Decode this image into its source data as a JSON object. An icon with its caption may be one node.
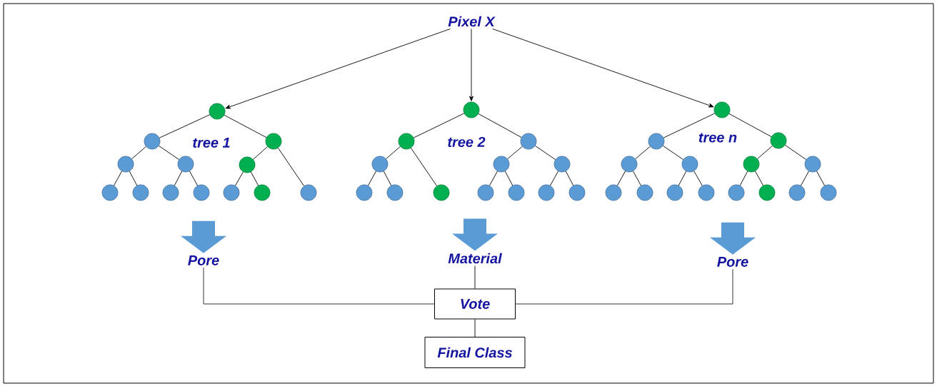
{
  "diagram": {
    "nodes": [
      {
        "text": [
          "Pixel X"
        ]
      },
      {
        "text": [],
        "shape": "circle"
      },
      {
        "text": [],
        "shape": "circle"
      },
      {
        "text": [],
        "shape": "circle"
      },
      {
        "text": [],
        "shape": "circle"
      },
      {
        "text": [],
        "shape": "circle"
      },
      {
        "text": [],
        "shape": "circle"
      },
      {
        "text": [],
        "shape": "circle"
      },
      {
        "text": [],
        "shape": "circle"
      },
      {
        "text": [],
        "shape": "circle"
      },
      {
        "text": [],
        "shape": "circle"
      },
      {
        "text": [],
        "shape": "circle"
      },
      {
        "text": [],
        "shape": "circle"
      },
      {
        "text": [],
        "shape": "circle"
      },
      {
        "text": [],
        "shape": "circle"
      },
      {
        "text": [],
        "shape": "circle"
      },
      {
        "text": [],
        "shape": "circle"
      },
      {
        "text": [],
        "shape": "circle"
      },
      {
        "text": [],
        "shape": "circle"
      },
      {
        "text": [],
        "shape": "circle"
      },
      {
        "text": [],
        "shape": "circle"
      },
      {
        "text": [],
        "shape": "circle"
      },
      {
        "text": [],
        "shape": "circle"
      },
      {
        "text": [],
        "shape": "circle"
      },
      {
        "text": [],
        "shape": "circle"
      },
      {
        "text": [],
        "shape": "circle"
      },
      {
        "text": [],
        "shape": "circle"
      },
      {
        "text": [],
        "shape": "circle"
      },
      {
        "text": [],
        "shape": "circle"
      },
      {
        "text": [],
        "shape": "circle"
      },
      {
        "text": [],
        "shape": "circle"
      },
      {
        "text": [],
        "shape": "circle"
      },
      {
        "text": [],
        "shape": "circle"
      },
      {
        "text": [],
        "shape": "circle"
      },
      {
        "text": [],
        "shape": "circle"
      },
      {
        "text": [],
        "shape": "circle"
      },
      {
        "text": [],
        "shape": "circle"
      },
      {
        "text": [],
        "shape": "circle"
      },
      {
        "text": [],
        "shape": "circle"
      },
      {
        "text": [],
        "shape": "circle"
      },
      {
        "text": [],
        "shape": "circle"
      },
      {
        "text": [],
        "shape": "circle"
      },
      {
        "text": [
          "Pore"
        ]
      },
      {
        "text": [
          "Material"
        ]
      },
      {
        "text": [
          "Pore"
        ]
      },
      {
        "text": [
          "Vote"
        ]
      },
      {
        "text": [
          "Final Class"
        ]
      }
    ],
    "edges": [
      {
        "from": 0,
        "to": 1,
        "arrow": "to"
      },
      {
        "from": 0,
        "to": 14,
        "arrow": "to"
      },
      {
        "from": 0,
        "to": 27,
        "arrow": "to"
      },
      {
        "from": 1,
        "to": 2,
        "arrow": "none"
      },
      {
        "from": 1,
        "to": 3,
        "arrow": "none"
      },
      {
        "from": 2,
        "to": 4,
        "arrow": "none"
      },
      {
        "from": 2,
        "to": 5,
        "arrow": "none"
      },
      {
        "from": 3,
        "to": 6,
        "arrow": "none"
      },
      {
        "from": 3,
        "to": 13,
        "arrow": "none"
      },
      {
        "from": 4,
        "to": 7,
        "arrow": "none"
      },
      {
        "from": 4,
        "to": 8,
        "arrow": "none"
      },
      {
        "from": 5,
        "to": 9,
        "arrow": "none"
      },
      {
        "from": 5,
        "to": 10,
        "arrow": "none"
      },
      {
        "from": 6,
        "to": 11,
        "arrow": "none"
      },
      {
        "from": 6,
        "to": 12,
        "arrow": "none"
      },
      {
        "from": 14,
        "to": 15,
        "arrow": "none"
      },
      {
        "from": 14,
        "to": 16,
        "arrow": "none"
      },
      {
        "from": 15,
        "to": 17,
        "arrow": "none"
      },
      {
        "from": 15,
        "to": 22,
        "arrow": "none"
      },
      {
        "from": 16,
        "to": 18,
        "arrow": "none"
      },
      {
        "from": 16,
        "to": 19,
        "arrow": "none"
      },
      {
        "from": 17,
        "to": 20,
        "arrow": "none"
      },
      {
        "from": 17,
        "to": 21,
        "arrow": "none"
      },
      {
        "from": 18,
        "to": 23,
        "arrow": "none"
      },
      {
        "from": 18,
        "to": 24,
        "arrow": "none"
      },
      {
        "from": 19,
        "to": 25,
        "arrow": "none"
      },
      {
        "from": 19,
        "to": 26,
        "arrow": "none"
      },
      {
        "from": 27,
        "to": 28,
        "arrow": "none"
      },
      {
        "from": 27,
        "to": 29,
        "arrow": "none"
      },
      {
        "from": 28,
        "to": 30,
        "arrow": "none"
      },
      {
        "from": 28,
        "to": 31,
        "arrow": "none"
      },
      {
        "from": 29,
        "to": 32,
        "arrow": "none"
      },
      {
        "from": 29,
        "to": 33,
        "arrow": "none"
      },
      {
        "from": 30,
        "to": 34,
        "arrow": "none"
      },
      {
        "from": 30,
        "to": 35,
        "arrow": "none"
      },
      {
        "from": 31,
        "to": 36,
        "arrow": "none"
      },
      {
        "from": 31,
        "to": 37,
        "arrow": "none"
      },
      {
        "from": 32,
        "to": 38,
        "arrow": "none"
      },
      {
        "from": 32,
        "to": 39,
        "arrow": "none"
      },
      {
        "from": 33,
        "to": 40,
        "arrow": "none"
      },
      {
        "from": 33,
        "to": 41,
        "arrow": "none"
      },
      {
        "from": null,
        "to": 42,
        "arrow": "to",
        "style": "thick",
        "color": "#5b9bd5"
      },
      {
        "from": null,
        "to": 43,
        "arrow": "to",
        "style": "thick",
        "color": "#5b9bd5"
      },
      {
        "from": null,
        "to": 44,
        "arrow": "to",
        "style": "thick",
        "color": "#5b9bd5"
      },
      {
        "from": 42,
        "to": 45,
        "arrow": "none"
      },
      {
        "from": 43,
        "to": 45,
        "arrow": "none"
      },
      {
        "from": 44,
        "to": 45,
        "arrow": "none"
      },
      {
        "from": 45,
        "to": 46,
        "arrow": "none"
      }
    ],
    "labels": [
      "tree 1",
      "tree 2",
      "tree n"
    ]
  }
}
